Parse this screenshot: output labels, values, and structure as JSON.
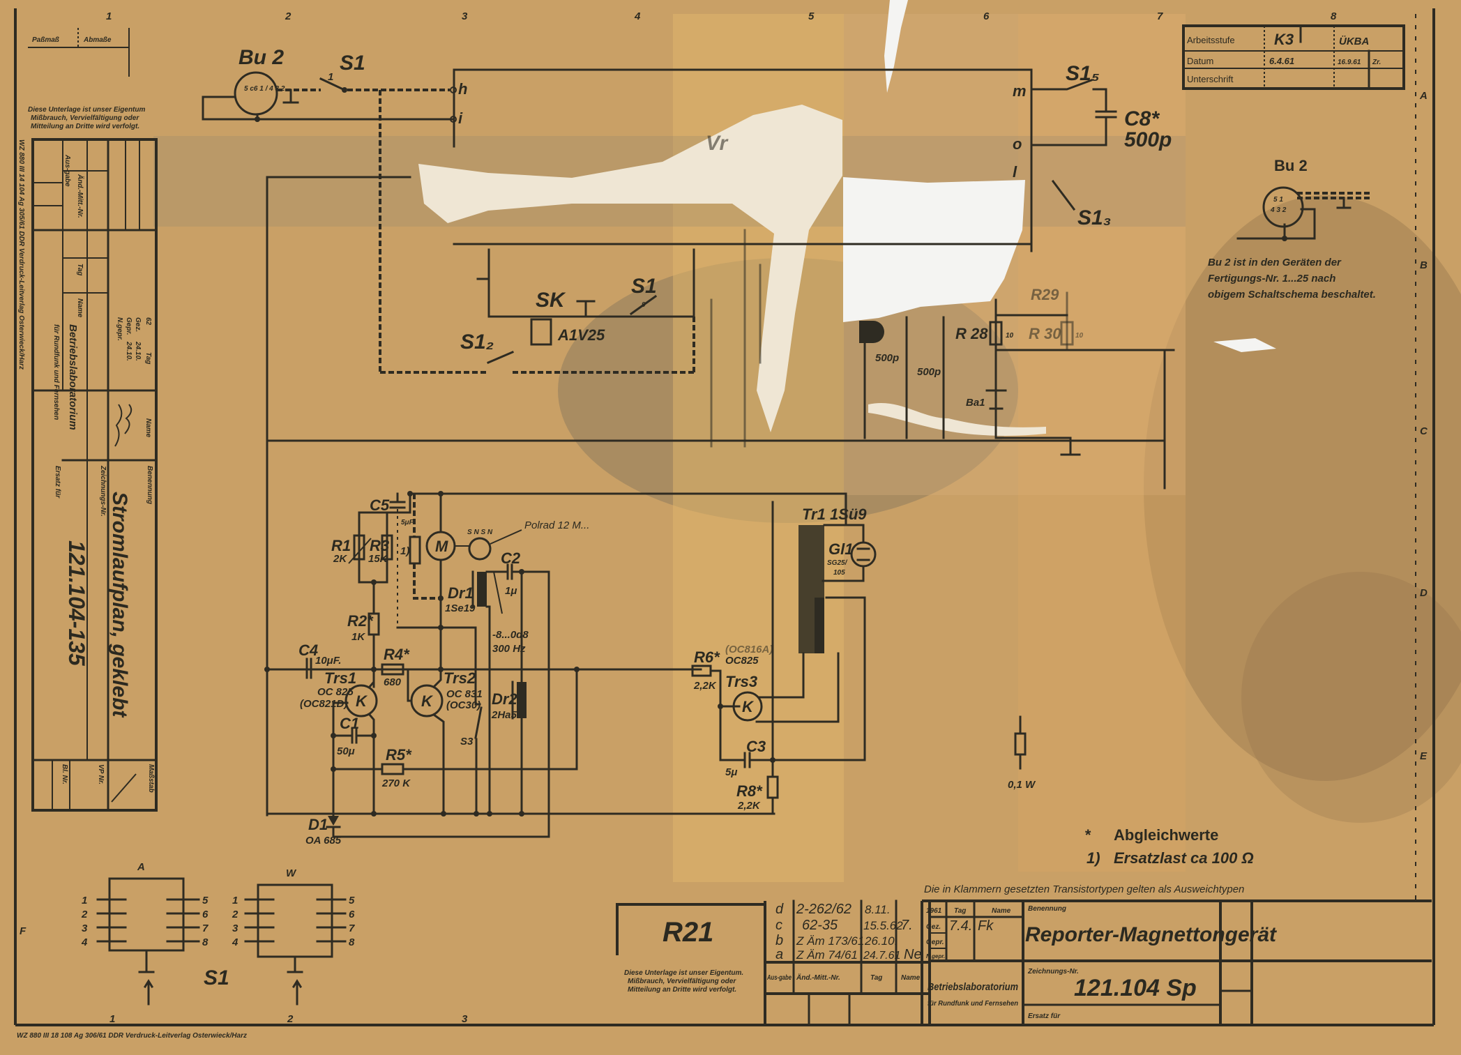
{
  "colors": {
    "paper": "#c9a066",
    "ink": "#2e2b22",
    "tape": "#dcae66",
    "stain": "#8a6c48",
    "torn_paper": "#f4f4f2"
  },
  "grid": {
    "columns": [
      "1",
      "2",
      "3",
      "4",
      "5",
      "6",
      "7",
      "8"
    ],
    "bottom_columns": [
      "1",
      "2",
      "3"
    ],
    "rows": [
      "A",
      "B",
      "C",
      "D",
      "E",
      "F"
    ]
  },
  "top_left": {
    "passmass": "Paßmaß",
    "abmasse": "Abmaße",
    "disclaimer": [
      "Diese Unterlage ist unser Eigentum",
      "Mißbrauch, Vervielfältigung oder",
      "Mitteilung an Dritte wird verfolgt."
    ],
    "printer_mark": "WZ 880   III 14 104 Ag 305/61 DDR Verdruck-Leitverlag Osterwieck/Harz"
  },
  "left_title_block": {
    "ausgabe": "Aus-gabe",
    "aend_mitt_nr": "Änd.-Mitt.-Nr.",
    "tag": "Tag",
    "name": "Name",
    "year": "62",
    "tag2": "Tag",
    "name2": "Name",
    "gez": "Gez.",
    "gez_date": "24.10.",
    "gepr": "Gepr.",
    "gepr_date": "24.10.",
    "ngepr": "N.gepr.",
    "benennung": "Benennung",
    "title": "Stromlaufplan, geklebt",
    "zeichnungs_nr_label": "Zeichnungs-Nr.",
    "drawing_number": "121.104-135",
    "ersatz_fuer": "Ersatz für",
    "org": "Betriebslaboratorium",
    "org_sub": "für Rundfunk und Fernsehen",
    "massstab": "Maßstab",
    "vp_nr": "VP Nr.",
    "bl_nr": "Bl. Nr."
  },
  "top_right_block": {
    "arbeitsstufe": "Arbeitsstufe",
    "stage": "K3",
    "stage2": "ÜKBA",
    "datum": "Datum",
    "date1": "6.4.61",
    "date2": "16.9.61",
    "sign": "Zr.",
    "unterschrift": "Unterschrift"
  },
  "bu2_detail": {
    "label": "Bu 2",
    "pins": [
      "5",
      "1",
      "4",
      "3",
      "2"
    ],
    "note": [
      "Bu 2  ist in den Geräten der",
      "Fertigungs-Nr. 1...25 nach",
      "obigem Schaltschema beschaltet."
    ]
  },
  "schematic": {
    "bu2": "Bu 2",
    "bu2_pins": "5 c6 1 / 4 3 2",
    "s1": "S1",
    "s1_pole": "1",
    "h": "h",
    "i": "i",
    "m": "m",
    "o": "o",
    "l": "l",
    "s1_5": "S1₅",
    "c8": "C8*",
    "c8_val": "500p",
    "vr": "Vr",
    "s1_3": "S1₃",
    "sk": "SK",
    "a1v25": "A1V25",
    "s1_9": "S1",
    "s1_9_pole": "9",
    "s1_2": "S1₂",
    "r28": "R 28",
    "r28_val": "10",
    "r30": "R 30",
    "r30_val": "10",
    "r29": "R29",
    "ba1": "Ba1",
    "c_a_val": "500p",
    "c_b_val": "500p",
    "c5": "C5",
    "c5_val": "5μF",
    "r1": "R1",
    "r1_val": "2K",
    "r3": "R3",
    "r3_val": "15K",
    "load_ref": "1)",
    "motor": "M",
    "polrad": "Polrad 12 M...",
    "polrad_poles": "S N S N",
    "c2": "C2",
    "c2_val": "1μ",
    "dr1": "Dr1",
    "dr1_val": "1Se19",
    "dr1_note": "-8...0d8",
    "freq": "300 Hz",
    "r2": "R2*",
    "r2_val": "1K",
    "c4": "C4",
    "c4_val": "10μF.",
    "r4": "R4*",
    "r4_val": "680",
    "trs1": "Trs1",
    "trs1_type": "OC 825",
    "trs1_alt": "(OC821D)",
    "trs2": "Trs2",
    "trs2_type": "OC 831",
    "trs2_alt": "(OC30)",
    "transistor_glyph": "K",
    "c1": "C1",
    "c1_val": "50μ",
    "r5": "R5*",
    "r5_val": "270 K",
    "s3": "S3",
    "dr2": "Dr2",
    "dr2_val": "2Ha5",
    "d1": "D1",
    "d1_val": "OA 685",
    "r6": "R6*",
    "r6_val": "2,2K",
    "trs3_alt": "(OC816A)",
    "trs3_type": "OC825",
    "trs3": "Trs3",
    "c3": "C3",
    "c3_val": "5μ",
    "r8": "R8*",
    "r8_val": "2,2K",
    "tr1": "Tr1  1Sü9",
    "gl1": "Gl1",
    "gl1_val1": "SG25/",
    "gl1_val2": "105",
    "load_val": "0,1 W"
  },
  "switch_diagram": {
    "a_label": "A",
    "w_label": "W",
    "name": "S1",
    "contacts_left": [
      "1",
      "2",
      "3",
      "4"
    ],
    "contacts_right": [
      "5",
      "6",
      "7",
      "8"
    ]
  },
  "notes": {
    "star_symbol": "*",
    "star_text": "Abgleichwerte",
    "one_symbol": "1)",
    "one_text": "Ersatzlast  ca  100 Ω",
    "bracket_note": "Die in Klammern gesetzten Transistortypen gelten als Ausweichtypen"
  },
  "revision_block": {
    "ref": "R21",
    "disclaimer": [
      "Diese Unterlage ist unser Eigentum.",
      "Mißbrauch, Vervielfältigung oder",
      "Mitteilung an Dritte wird verfolgt."
    ],
    "rows": [
      {
        "rev": "d",
        "number": "2-262/62",
        "date": "8.11.",
        "name": ""
      },
      {
        "rev": "c",
        "number": "62-35",
        "date": "15.5.62",
        "name": "7."
      },
      {
        "rev": "b",
        "number": "Z Äm 173/61",
        "date": "26.10.",
        "name": ""
      },
      {
        "rev": "a",
        "number": "Z Äm 74/61",
        "date": "24.7.61",
        "name": "Ne"
      }
    ],
    "headers": {
      "ausgabe": "Aus-gabe",
      "aend": "Änd.-Mitt.-Nr.",
      "tag": "Tag",
      "name": "Name"
    }
  },
  "title_block": {
    "year": "1961",
    "tag": "Tag",
    "name": "Name",
    "gez": "Gez.",
    "gez_date": "7.4.",
    "gez_name": "Fk",
    "gepr": "Gepr.",
    "ngepr": "N.gepr.",
    "benennung": "Benennung",
    "title": "Reporter-Magnettongerät",
    "zeichnungs_nr_label": "Zeichnungs-Nr.",
    "drawing_number": "121.104   Sp",
    "ersatz_fuer": "Ersatz für",
    "org": "Betriebslaboratorium",
    "org_sub": "für Rundfunk und Fernsehen"
  },
  "bottom_printer_mark": "WZ 880   III 18 108 Ag 306/61 DDR Verdruck-Leitverlag Osterwieck/Harz"
}
